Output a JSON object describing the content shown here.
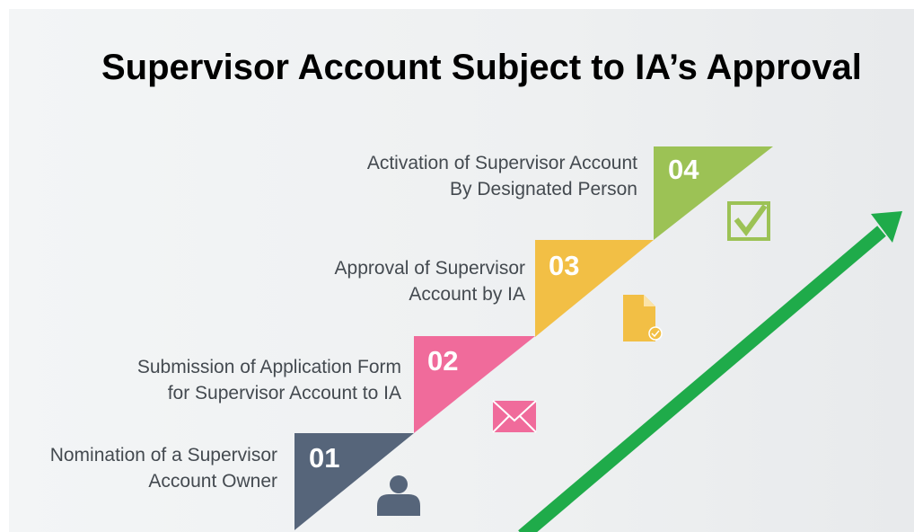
{
  "title": "Supervisor Account Subject to IA’s Approval",
  "steps": [
    {
      "number": "01",
      "line1": "Nomination of a Supervisor",
      "line2": "Account Owner",
      "color": "#56657a",
      "icon": "person-icon"
    },
    {
      "number": "02",
      "line1": "Submission of Application Form",
      "line2": "for Supervisor Account to IA",
      "color": "#f06b9b",
      "icon": "envelope-icon"
    },
    {
      "number": "03",
      "line1": "Approval of Supervisor",
      "line2": "Account by IA",
      "color": "#f2bf45",
      "icon": "document-check-icon"
    },
    {
      "number": "04",
      "line1": "Activation of Supervisor Account",
      "line2": "By Designated Person",
      "color": "#9cc255",
      "icon": "checkbox-icon"
    }
  ],
  "arrow_color": "#1fab4a"
}
